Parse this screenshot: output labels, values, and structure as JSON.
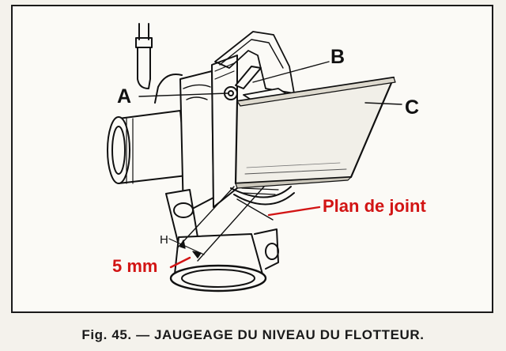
{
  "labels": {
    "a": "A",
    "b": "B",
    "c": "C",
    "h": "H",
    "plan_de_joint": "Plan de joint",
    "dimension": "5 mm"
  },
  "caption": "Fig. 45. — JAUGEAGE DU NIVEAU DU FLOTTEUR.",
  "colors": {
    "annotation_red": "#d21414",
    "ink": "#111111",
    "paper": "#fbfaf6"
  }
}
